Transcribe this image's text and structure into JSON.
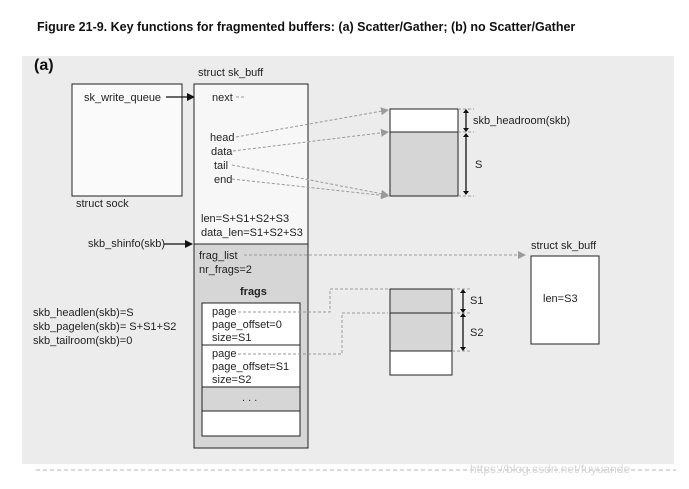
{
  "caption": "Figure 21-9. Key functions for fragmented buffers: (a) Scatter/Gather; (b) no Scatter/Gather",
  "panel_label": "(a)",
  "sock": {
    "field": "sk_write_queue",
    "type_label": "struct sock"
  },
  "skb": {
    "type_label": "struct sk_buff",
    "next": "next",
    "head": "head",
    "data": "data",
    "tail": "tail",
    "end": "end",
    "len": "len=S+S1+S2+S3",
    "data_len": "data_len=S1+S2+S3",
    "frag_list": "frag_list",
    "nr_frags": "nr_frags=2",
    "frags_title": "frags",
    "frags": [
      {
        "page": "page",
        "offset": "page_offset=0",
        "size": "size=S1"
      },
      {
        "page": "page",
        "offset": "page_offset=S1",
        "size": "size=S2"
      }
    ],
    "ellipsis": ". . ."
  },
  "shinfo_label": "skb_shinfo(skb)",
  "side_labels": [
    "skb_headlen(skb)=S",
    "skb_pagelen(skb)= S+S1+S2",
    "skb_tailroom(skb)=0"
  ],
  "buffer": {
    "headroom": "skb_headroom(skb)",
    "s": "S"
  },
  "pages": {
    "s1": "S1",
    "s2": "S2"
  },
  "skb2": {
    "type_label": "struct sk_buff",
    "len": "len=S3"
  },
  "watermark": "https://blog.csdn.net/fuyuande"
}
